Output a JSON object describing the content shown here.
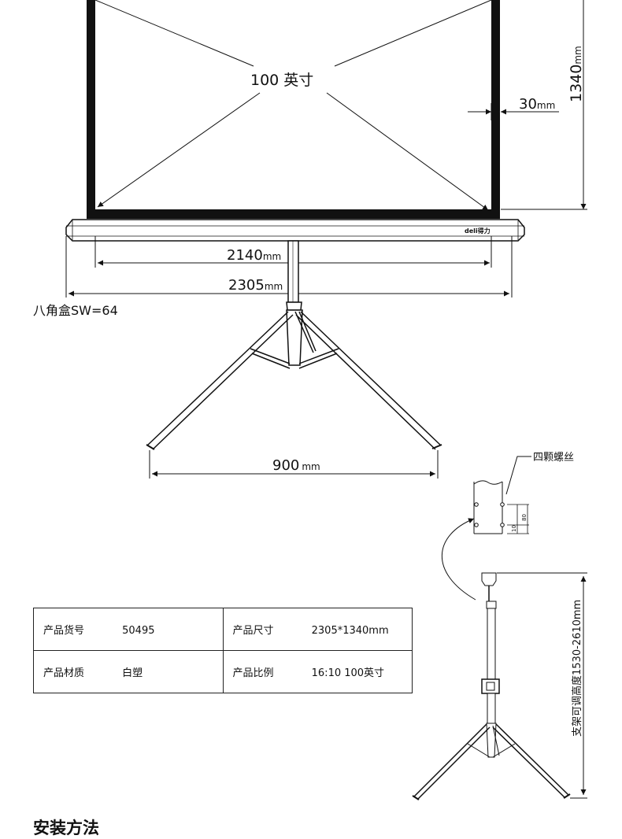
{
  "diagram": {
    "screen_size": "100 英寸",
    "height_dim": {
      "value": "1340",
      "unit": "mm"
    },
    "border_dim": {
      "value": "30",
      "unit": "mm"
    },
    "case_logo": "deli得力",
    "screen_width_dim": {
      "value": "2140",
      "unit": "mm"
    },
    "case_width_dim": {
      "value": "2305",
      "unit": "mm"
    },
    "octagon_label": "八角盒SW=64",
    "leg_span_dim": {
      "value": "900",
      "unit": "mm"
    },
    "screw_label": "四颗螺丝",
    "screw_dim_1": "10",
    "screw_dim_2": "80",
    "stand_height": "支架可调高度1530-2610mm"
  },
  "specs": {
    "rows": [
      [
        {
          "label": "产品货号",
          "value": "50495"
        },
        {
          "label": "产品尺寸",
          "value": "2305*1340mm"
        }
      ],
      [
        {
          "label": "产品材质",
          "value": "白塑"
        },
        {
          "label": "产品比例",
          "value": "16:10  100英寸"
        }
      ]
    ]
  },
  "section_title": "安装方法"
}
